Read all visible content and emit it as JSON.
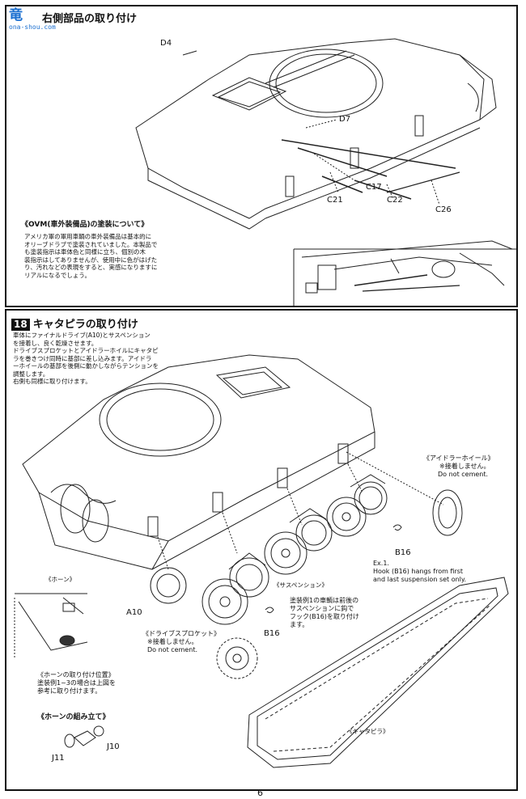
{
  "watermark": {
    "logo": "竜",
    "sub": "ona-shou.com"
  },
  "section1": {
    "title": "右側部品の取り付け",
    "labels": {
      "d4": "D4",
      "d7": "D7",
      "c17": "C17",
      "c21": "C21",
      "c22": "C22",
      "c26": "C26"
    },
    "ovm": {
      "heading": "《OVM(車外装備品)の塗装について》",
      "lines": [
        "アメリカ軍の軍用車輌の車外装備品は基本的に",
        "オリーブドラブで塗装されていました。本製品で",
        "も塗装指示は車体色と同様に立ち、個別の木",
        "装指示はしてありませんが、使用中に色がはげた",
        "り、汚れなどの表現をすると、実感になりますに",
        "リアルになるでしょう。"
      ]
    }
  },
  "section2": {
    "step": "18",
    "title": "キャタピラの取り付け",
    "intro": [
      "車体にファイナルドライブ(A10)とサスペンション",
      "を接着し、良く乾燥させます。",
      "ドライブスプロケットとアイドラーホイルにキャタピ",
      "ラを巻きつけ同時に基部に差し込みます。アイドラ",
      "ーホイールの基部を後側に動かしながらテンションを",
      "調整します。",
      "右側も同様に取り付けます。"
    ],
    "idler": {
      "jp": "《アイドラーホイール》",
      "note_jp": "※接着しません。",
      "note_en": "Do not cement."
    },
    "b16": "B16",
    "ex": {
      "title": "Ex.1.",
      "lines": [
        "Hook (B16) hangs from first",
        "and last suspension set only."
      ]
    },
    "horn": "《ホーン》",
    "suspension": "《サスペンション》",
    "paint_note": [
      "塗装例1の車輌は前後の",
      "サスペンションに鈎で",
      "フック(B16)を取り付け",
      "ます。"
    ],
    "a10": "A10",
    "sprocket": {
      "jp": "《ドライブスプロケット》",
      "note_jp": "※接着しません。",
      "note_en": "Do not cement."
    },
    "horn_pos": {
      "heading": "《ホーンの取り付け位置》",
      "lines": [
        "塗装例1~3の場合は上図を",
        "参考に取り付けます。"
      ]
    },
    "horn_asm": {
      "heading": "《ホーンの組み立て》",
      "j10": "J10",
      "j11": "J11"
    },
    "track": "《キャタピラ》"
  },
  "page_number": "6"
}
